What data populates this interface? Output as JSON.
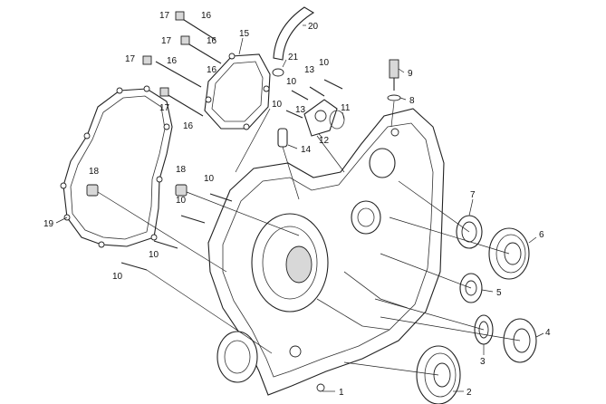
{
  "callouts": {
    "c1": "1",
    "c2": "2",
    "c3": "3",
    "c4": "4",
    "c5": "5",
    "c6": "6",
    "c7": "7",
    "c8": "8",
    "c9": "9",
    "c10a": "10",
    "c10b": "10",
    "c10c": "10",
    "c10d": "10",
    "c10e": "10",
    "c10f": "10",
    "c10g": "10",
    "c11": "11",
    "c12": "12",
    "c13a": "13",
    "c13b": "13",
    "c14": "14",
    "c15": "15",
    "c16a": "16",
    "c16b": "16",
    "c16c": "16",
    "c16d": "16",
    "c16e": "16",
    "c17a": "17",
    "c17b": "17",
    "c17c": "17",
    "c17d": "17",
    "c18a": "18",
    "c18b": "18",
    "c19": "19",
    "c20": "20",
    "c21": "21"
  }
}
